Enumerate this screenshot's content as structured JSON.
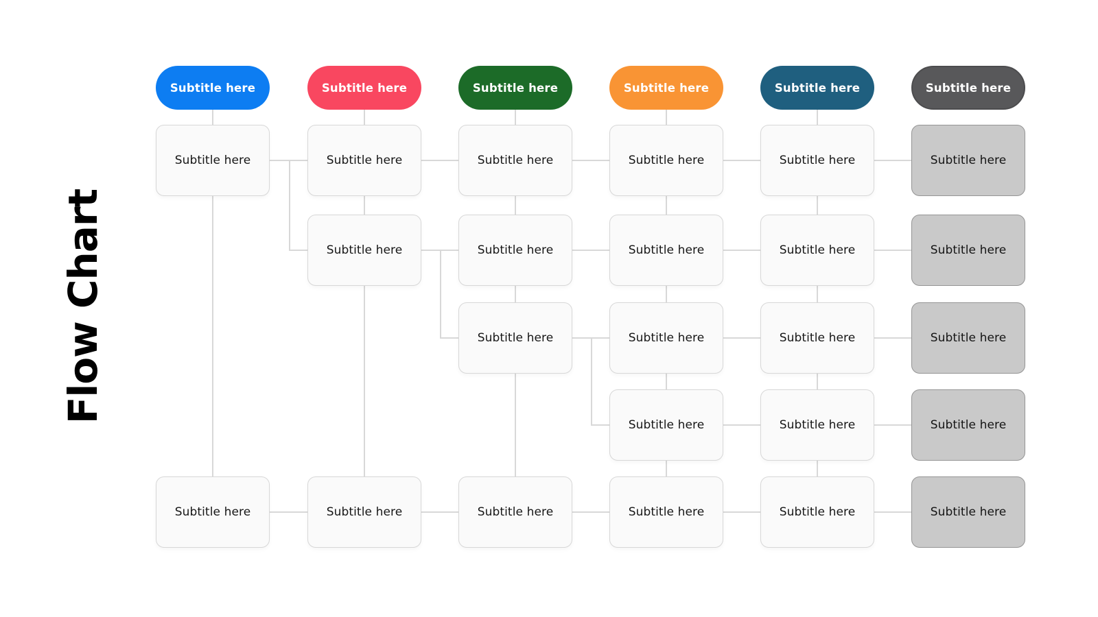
{
  "title": "Flow Chart",
  "palette": {
    "edge_line": "#d8d8d8",
    "light_box_fill": "#fafafa",
    "light_box_border": "#d7d7d7",
    "gray_box_fill": "#c9c9c9",
    "gray_box_border": "#949494",
    "box_text": "#161616",
    "pill_text": "#ffffff"
  },
  "grid": {
    "columns": [
      {
        "pill": {
          "label": "Subtitle here",
          "color": "#0d7df2",
          "name": "blue"
        },
        "style": "light",
        "boxes": [
          {
            "row": 1,
            "label": "Subtitle here"
          },
          {
            "row": 5,
            "label": "Subtitle here"
          }
        ]
      },
      {
        "pill": {
          "label": "Subtitle here",
          "color": "#f94760",
          "name": "red"
        },
        "style": "light",
        "boxes": [
          {
            "row": 1,
            "label": "Subtitle here"
          },
          {
            "row": 2,
            "label": "Subtitle here"
          },
          {
            "row": 5,
            "label": "Subtitle here"
          }
        ]
      },
      {
        "pill": {
          "label": "Subtitle here",
          "color": "#1c6b28",
          "name": "green"
        },
        "style": "light",
        "boxes": [
          {
            "row": 1,
            "label": "Subtitle here"
          },
          {
            "row": 2,
            "label": "Subtitle here"
          },
          {
            "row": 3,
            "label": "Subtitle here"
          },
          {
            "row": 5,
            "label": "Subtitle here"
          }
        ]
      },
      {
        "pill": {
          "label": "Subtitle here",
          "color": "#f99434",
          "name": "orange"
        },
        "style": "light",
        "boxes": [
          {
            "row": 1,
            "label": "Subtitle here"
          },
          {
            "row": 2,
            "label": "Subtitle here"
          },
          {
            "row": 3,
            "label": "Subtitle here"
          },
          {
            "row": 4,
            "label": "Subtitle here"
          },
          {
            "row": 5,
            "label": "Subtitle here"
          }
        ]
      },
      {
        "pill": {
          "label": "Subtitle here",
          "color": "#1f5f7f",
          "name": "teal"
        },
        "style": "light",
        "boxes": [
          {
            "row": 1,
            "label": "Subtitle here"
          },
          {
            "row": 2,
            "label": "Subtitle here"
          },
          {
            "row": 3,
            "label": "Subtitle here"
          },
          {
            "row": 4,
            "label": "Subtitle here"
          },
          {
            "row": 5,
            "label": "Subtitle here"
          }
        ]
      },
      {
        "pill": {
          "label": "Subtitle here",
          "color": "#58585a",
          "name": "dark-gray",
          "outlined": true
        },
        "style": "gray",
        "boxes": [
          {
            "row": 1,
            "label": "Subtitle here"
          },
          {
            "row": 2,
            "label": "Subtitle here"
          },
          {
            "row": 3,
            "label": "Subtitle here"
          },
          {
            "row": 4,
            "label": "Subtitle here"
          },
          {
            "row": 5,
            "label": "Subtitle here"
          }
        ]
      }
    ]
  },
  "edges": {
    "pill_stem_columns": [
      1,
      2,
      3,
      4,
      5
    ],
    "horizontal": [
      {
        "row": 1,
        "between": [
          1,
          2
        ]
      },
      {
        "row": 1,
        "between": [
          2,
          3
        ]
      },
      {
        "row": 1,
        "between": [
          3,
          4
        ]
      },
      {
        "row": 1,
        "between": [
          4,
          5
        ]
      },
      {
        "row": 1,
        "between": [
          5,
          6
        ]
      },
      {
        "row": 2,
        "between": [
          2,
          3
        ]
      },
      {
        "row": 2,
        "between": [
          3,
          4
        ]
      },
      {
        "row": 2,
        "between": [
          4,
          5
        ]
      },
      {
        "row": 2,
        "between": [
          5,
          6
        ]
      },
      {
        "row": 3,
        "between": [
          3,
          4
        ]
      },
      {
        "row": 3,
        "between": [
          4,
          5
        ]
      },
      {
        "row": 3,
        "between": [
          5,
          6
        ]
      },
      {
        "row": 4,
        "between": [
          4,
          5
        ]
      },
      {
        "row": 4,
        "between": [
          5,
          6
        ]
      },
      {
        "row": 5,
        "between": [
          1,
          2
        ]
      },
      {
        "row": 5,
        "between": [
          2,
          3
        ]
      },
      {
        "row": 5,
        "between": [
          3,
          4
        ]
      },
      {
        "row": 5,
        "between": [
          4,
          5
        ]
      },
      {
        "row": 5,
        "between": [
          5,
          6
        ]
      }
    ],
    "vertical": [
      {
        "col": 1,
        "from_row": 1,
        "to_row": 5
      },
      {
        "col": 2,
        "from_row": 1,
        "to_row": 2
      },
      {
        "col": 2,
        "from_row": 2,
        "to_row": 5
      },
      {
        "col": 3,
        "from_row": 1,
        "to_row": 2
      },
      {
        "col": 3,
        "from_row": 2,
        "to_row": 3
      },
      {
        "col": 3,
        "from_row": 3,
        "to_row": 5
      },
      {
        "col": 4,
        "from_row": 1,
        "to_row": 2
      },
      {
        "col": 4,
        "from_row": 2,
        "to_row": 3
      },
      {
        "col": 4,
        "from_row": 3,
        "to_row": 4
      },
      {
        "col": 4,
        "from_row": 4,
        "to_row": 5
      },
      {
        "col": 5,
        "from_row": 1,
        "to_row": 2
      },
      {
        "col": 5,
        "from_row": 2,
        "to_row": 3
      },
      {
        "col": 5,
        "from_row": 3,
        "to_row": 4
      },
      {
        "col": 5,
        "from_row": 4,
        "to_row": 5
      }
    ],
    "elbows": [
      {
        "from": {
          "col": 1,
          "row": 1
        },
        "to": {
          "col": 2,
          "row": 2
        }
      },
      {
        "from": {
          "col": 2,
          "row": 2
        },
        "to": {
          "col": 3,
          "row": 3
        }
      },
      {
        "from": {
          "col": 3,
          "row": 3
        },
        "to": {
          "col": 4,
          "row": 4
        }
      }
    ]
  }
}
